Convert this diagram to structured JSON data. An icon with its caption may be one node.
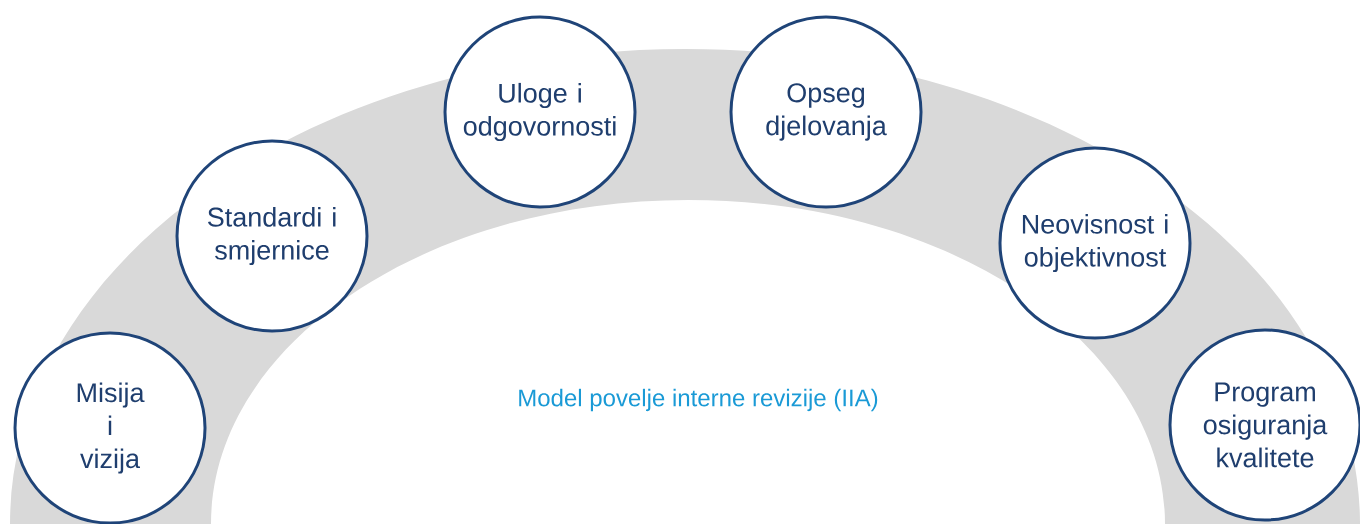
{
  "diagram": {
    "nodes": [
      {
        "text": [
          "Misija i vizija"
        ]
      },
      {
        "text": [
          "Standardi i smjernice"
        ]
      },
      {
        "text": [
          "Uloge i odgovornosti"
        ]
      },
      {
        "text": [
          "Opseg djelovanja"
        ]
      },
      {
        "text": [
          "Neovisnost i objektivnost"
        ]
      },
      {
        "text": [
          "Program osiguranja kvalitete"
        ]
      }
    ],
    "labels": [
      "Model povelje interne revizije (IIA)"
    ]
  }
}
